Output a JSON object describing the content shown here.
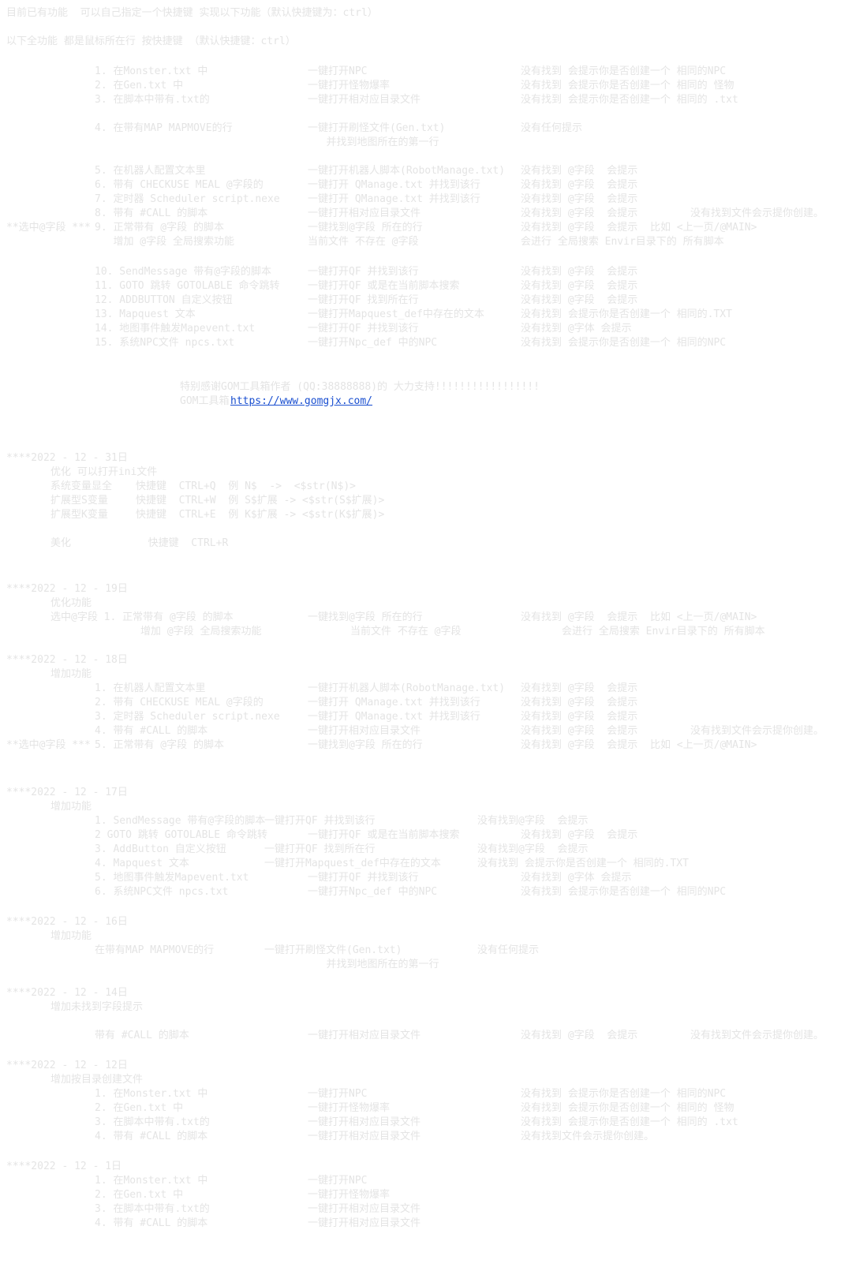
{
  "header": {
    "line1": "目前已有功能  可以自己指定一个快捷键 实现以下功能（默认快捷键为：ctrl）",
    "line2": "以下全功能 都是鼠标所在行 按快捷键 （默认快捷键：ctrl）"
  },
  "main": [
    {
      "c1": "1. 在Monster.txt 中",
      "c2": "一键打开NPC",
      "c3": "没有找到 会提示你是否创建一个 相同的NPC"
    },
    {
      "c1": "2. 在Gen.txt 中",
      "c2": "一键打开怪物爆率",
      "c3": "没有找到 会提示你是否创建一个 相同的 怪物"
    },
    {
      "c1": "3. 在脚本中带有.txt的",
      "c2": "一键打开相对应目录文件",
      "c3": "没有找到 会提示你是否创建一个 相同的 .txt"
    },
    {
      "c1": "4. 在带有MAP MAPMOVE的行",
      "c2": "一键打开刷怪文件(Gen.txt)",
      "c3": "没有任何提示"
    },
    {
      "c2": "   并找到地图所在的第一行"
    },
    {
      "c1": "5. 在机器人配置文本里",
      "c2": "一键打开机器人脚本(RobotManage.txt)",
      "c3": "没有找到 @字段  会提示"
    },
    {
      "c1": "6. 带有 CHECKUSE MEAL @字段的",
      "c2": "一键打开 QManage.txt 并找到该行",
      "c3": "没有找到 @字段  会提示"
    },
    {
      "c1": "7. 定时器 Scheduler script.nexe",
      "c2": "一键打开 QManage.txt 并找到该行",
      "c3": "没有找到 @字段  会提示"
    },
    {
      "c1": "8. 带有 #CALL 的脚本",
      "c2": "一键打开相对应目录文件",
      "c3": "没有找到 @字段  会提示",
      "c4": "没有找到文件会示提你创建。"
    },
    {
      "lead": "**选中@字段 ***",
      "c1": "9. 正常带有 @字段 的脚本",
      "c2": "一键找到@字段 所在的行",
      "c3": "没有找到 @字段  会提示  比如 <上一页/@MAIN>"
    },
    {
      "c1": "   增加 @字段 全局搜索功能",
      "c2": "当前文件 不存在 @字段",
      "c3": "会进行 全局搜索 Envir目录下的 所有脚本"
    },
    {
      "c1": "10. SendMessage 带有@字段的脚本",
      "c2": "一键打开QF 并找到该行",
      "c3": "没有找到 @字段  会提示"
    },
    {
      "c1": "11. GOTO 跳转 GOTOLABLE 命令跳转",
      "c2": "一键打开QF 或是在当前脚本搜索",
      "c3": "没有找到 @字段  会提示"
    },
    {
      "c1": "12. ADDBUTTON 自定义按钮",
      "c2": "一键打开QF 找到所在行",
      "c3": "没有找到 @字段  会提示"
    },
    {
      "c1": "13. Mapquest 文本",
      "c2": "一键打开Mapquest_def中存在的文本",
      "c3": "没有找到 会提示你是否创建一个 相同的.TXT"
    },
    {
      "c1": "14. 地图事件触发Mapevent.txt",
      "c2": "一键打开QF 并找到该行",
      "c3": "没有找到 @字体 会提示"
    },
    {
      "c1": "15. 系统NPC文件 npcs.txt",
      "c2": "一键打开Npc_def 中的NPC",
      "c3": "没有找到 会提示你是否创建一个 相同的NPC"
    }
  ],
  "thanks": {
    "line1": "特别感谢GOM工具箱作者 (QQ:38888888)的 大力支持!!!!!!!!!!!!!!!!!",
    "prefix": "GOM工具箱: ",
    "url": "https://www.gomgjx.com/"
  },
  "changelog": [
    {
      "date": "****2022 - 12 - 31日",
      "lines": [
        {
          "indent": "optimize",
          "text": "优化 可以打开ini文件"
        },
        {
          "indent": "var",
          "a": "系统变量显全",
          "b": "快捷键  CTRL+Q  例 N$  ->  <$str(N$)>"
        },
        {
          "indent": "var",
          "a": "扩展型S变量",
          "b": "快捷键  CTRL+W  例 S$扩展 -> <$str(S$扩展)>"
        },
        {
          "indent": "var",
          "a": "扩展型K变量",
          "b": "快捷键  CTRL+E  例 K$扩展 -> <$str(K$扩展)>"
        },
        {
          "indent": "gap"
        },
        {
          "indent": "var",
          "a": "美化",
          "b": "  快捷键  CTRL+R"
        }
      ]
    },
    {
      "date": "****2022 - 12 - 19日",
      "lines": [
        {
          "indent": "optimize",
          "text": "优化功能"
        },
        {
          "indent": "row",
          "c1": "选中@字段 1. 正常带有 @字段 的脚本",
          "c2": "一键找到@字段 所在的行",
          "c3": "没有找到 @字段  会提示  比如 <上一页/@MAIN>"
        },
        {
          "indent": "row2",
          "c1": "增加 @字段 全局搜索功能",
          "c2": "当前文件 不存在 @字段",
          "c3": "会进行 全局搜索 Envir目录下的 所有脚本"
        }
      ]
    },
    {
      "date": "****2022 - 12 - 18日",
      "lines": [
        {
          "indent": "optimize",
          "text": "增加功能"
        },
        {
          "indent": "feat",
          "c1": "1. 在机器人配置文本里",
          "c2": "一键打开机器人脚本(RobotManage.txt)",
          "c3": "没有找到 @字段  会提示"
        },
        {
          "indent": "feat",
          "c1": "2. 带有 CHECKUSE MEAL @字段的",
          "c2": "一键打开 QManage.txt 并找到该行",
          "c3": "没有找到 @字段  会提示"
        },
        {
          "indent": "feat",
          "c1": "3. 定时器 Scheduler script.nexe",
          "c2": "一键打开 QManage.txt 并找到该行",
          "c3": "没有找到 @字段  会提示"
        },
        {
          "indent": "feat",
          "c1": "4. 带有 #CALL 的脚本",
          "c2": "一键打开相对应目录文件",
          "c3": "没有找到 @字段  会提示",
          "c4": "没有找到文件会示提你创建。"
        },
        {
          "indent": "feat",
          "lead": "**选中@字段 ***",
          "c1": "5. 正常带有 @字段 的脚本",
          "c2": "一键找到@字段 所在的行",
          "c3": "没有找到 @字段  会提示  比如 <上一页/@MAIN>"
        }
      ]
    },
    {
      "date": "****2022 - 12 - 17日",
      "lines": [
        {
          "indent": "optimize",
          "text": "增加功能"
        },
        {
          "indent": "feat",
          "c1": "1. SendMessage 带有@字段的脚本",
          "c2b": "一键打开QF 并找到该行",
          "c3b": "没有找到@字段  会提示"
        },
        {
          "indent": "feat",
          "c1": "2 GOTO 跳转 GOTOLABLE 命令跳转",
          "c2": "一键打开QF 或是在当前脚本搜索",
          "c3": "没有找到 @字段  会提示"
        },
        {
          "indent": "feat",
          "c1": "3. AddButton 自定义按钮",
          "c2b": "一键打开QF 找到所在行",
          "c3b": "没有找到@字段  会提示"
        },
        {
          "indent": "feat",
          "c1": "4. Mapquest 文本",
          "c2b": "一键打开Mapquest_def中存在的文本",
          "c3b": "没有找到 会提示你是否创建一个 相同的.TXT"
        },
        {
          "indent": "feat",
          "c1": "5. 地图事件触发Mapevent.txt",
          "c2": "一键打开QF 并找到该行",
          "c3": "没有找到 @字体 会提示"
        },
        {
          "indent": "feat",
          "c1": "6. 系统NPC文件 npcs.txt",
          "c2": "一键打开Npc_def 中的NPC",
          "c3": "没有找到 会提示你是否创建一个 相同的NPC"
        }
      ]
    },
    {
      "date": "****2022 - 12 - 16日",
      "lines": [
        {
          "indent": "optimize",
          "text": "增加功能"
        },
        {
          "indent": "feat",
          "c1": "在带有MAP MAPMOVE的行",
          "c2b": "一键打开刷怪文件(Gen.txt)",
          "c3b": "没有任何提示"
        },
        {
          "indent": "feat",
          "c2": "   并找到地图所在的第一行"
        }
      ]
    },
    {
      "date": "****2022 - 12 - 14日",
      "lines": [
        {
          "indent": "optimize",
          "text": "增加未找到字段提示"
        },
        {
          "indent": "gap"
        },
        {
          "indent": "feat",
          "c1": "带有 #CALL 的脚本",
          "c2": "一键打开相对应目录文件",
          "c3": "没有找到 @字段  会提示",
          "c4": "没有找到文件会示提你创建。"
        }
      ]
    },
    {
      "date": "****2022 - 12 - 12日",
      "lines": [
        {
          "indent": "optimize",
          "text": "增加按目录创建文件"
        },
        {
          "indent": "feat",
          "c1": "1. 在Monster.txt 中",
          "c2": "一键打开NPC",
          "c3": "没有找到 会提示你是否创建一个 相同的NPC"
        },
        {
          "indent": "feat",
          "c1": "2. 在Gen.txt 中",
          "c2": "一键打开怪物爆率",
          "c3": "没有找到 会提示你是否创建一个 相同的 怪物"
        },
        {
          "indent": "feat",
          "c1": "3. 在脚本中带有.txt的",
          "c2": "一键打开相对应目录文件",
          "c3": "没有找到 会提示你是否创建一个 相同的 .txt"
        },
        {
          "indent": "feat",
          "c1": "4. 带有 #CALL 的脚本",
          "c2": "一键打开相对应目录文件",
          "c3": "没有找到文件会示提你创建。"
        }
      ]
    },
    {
      "date": "****2022 - 12 - 1日",
      "lines": [
        {
          "indent": "feat",
          "c1": "1. 在Monster.txt 中",
          "c2": "一键打开NPC"
        },
        {
          "indent": "feat",
          "c1": "2. 在Gen.txt 中",
          "c2": "一键打开怪物爆率"
        },
        {
          "indent": "feat",
          "c1": "3. 在脚本中带有.txt的",
          "c2": "一键打开相对应目录文件"
        },
        {
          "indent": "feat",
          "c1": "4. 带有 #CALL 的脚本",
          "c2": "一键打开相对应目录文件"
        }
      ]
    }
  ]
}
